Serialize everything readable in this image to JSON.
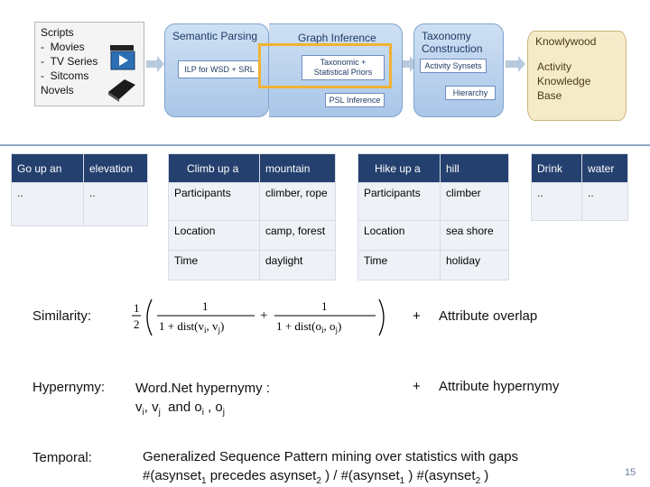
{
  "pipeline": {
    "sources": [
      "Scripts",
      "Movies",
      "TV Series",
      "Sitcoms",
      "Novels"
    ],
    "semantic_parsing": {
      "title": "Semantic Parsing",
      "inner": "ILP for WSD + SRL"
    },
    "graph_inference": {
      "title": "Graph Inference",
      "inner_top": "Taxonomic + Statistical Priors",
      "inner_bottom": "PSL Inference"
    },
    "taxonomy": {
      "title_line1": "Taxonomy",
      "title_line2": "Construction",
      "inner_top": "Activity Synsets",
      "inner_bottom": "Hierarchy"
    },
    "kb": {
      "title": "Knowlywood",
      "lines": [
        "Activity",
        "Knowledge",
        "Base"
      ]
    },
    "colors": {
      "stage": "#a9c6e8",
      "highlight": "#f2b233",
      "kb": "#f6ebc9",
      "header": "#24406e"
    }
  },
  "frames": [
    {
      "head": [
        "Go up an",
        "elevation"
      ],
      "rows": [
        [
          "..",
          ".."
        ]
      ]
    },
    {
      "head": [
        "Climb up a",
        "mountain"
      ],
      "rows": [
        [
          "Participants",
          "climber, rope"
        ],
        [
          "Location",
          "camp, forest"
        ],
        [
          "Time",
          "daylight"
        ]
      ]
    },
    {
      "head": [
        "Hike up a",
        "hill"
      ],
      "rows": [
        [
          "Participants",
          "climber"
        ],
        [
          "Location",
          "sea shore"
        ],
        [
          "Time",
          "holiday"
        ]
      ]
    },
    {
      "head": [
        "Drink",
        "water"
      ],
      "rows": [
        [
          "..",
          ".."
        ]
      ]
    }
  ],
  "similarity": {
    "label": "Similarity:",
    "formula": {
      "half_num": "1",
      "half_den": "2",
      "frac1_num": "1",
      "frac1_den": "1 + dist(v",
      "frac1_sub_i": "i",
      "frac1_sep": ", v",
      "frac1_sub_j": "j",
      "frac2_num": "1",
      "frac2_den": "1 + dist(o",
      "frac2_sub_i": "i",
      "frac2_sep": ", o",
      "frac2_sub_j": "j"
    },
    "plus1": "+",
    "extra1": "Attribute overlap"
  },
  "hypernymy": {
    "label": "Hypernymy:",
    "line1": "Word.Net hypernymy :",
    "line2_parts": [
      "v",
      "i",
      ", v",
      "j",
      "  and o",
      "i",
      " , o",
      "j"
    ],
    "plus2": "+",
    "extra2": "Attribute hypernymy"
  },
  "temporal": {
    "label": "Temporal:",
    "line1": "Generalized Sequence Pattern mining over statistics with gaps",
    "line2_parts": [
      "#(asynset",
      "1",
      " precedes asynset",
      "2",
      " ) / #(asynset",
      "1",
      " ) #(asynset",
      "2",
      " )"
    ]
  },
  "page_number": "15"
}
